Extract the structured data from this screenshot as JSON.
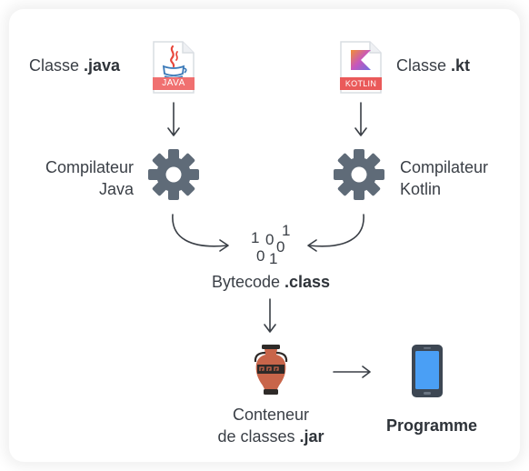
{
  "java_class": {
    "prefix": "Classe ",
    "ext": ".java",
    "file_badge": "JAVA"
  },
  "kotlin_class": {
    "prefix": "Classe ",
    "ext": ".kt",
    "file_badge": "KOTLIN"
  },
  "java_compiler": {
    "line1": "Compilateur",
    "line2": "Java"
  },
  "kotlin_compiler": {
    "line1": "Compilateur",
    "line2": "Kotlin"
  },
  "bytecode": {
    "prefix": "Bytecode ",
    "ext": ".class",
    "bits": [
      "1",
      "0",
      "1",
      "0",
      "1",
      "0"
    ]
  },
  "jar": {
    "line1": "Conteneur",
    "line2_prefix": "de classes ",
    "line2_ext": ".jar"
  },
  "program": {
    "label": "Programme"
  },
  "colors": {
    "gear": "#5f6b78",
    "java_badge": "#f07070",
    "kotlin_badge": "#ea5a5a",
    "amphora": "#c8654a",
    "phone_screen": "#4a9ff5",
    "phone_body": "#3d4753",
    "arrow": "#3a3f46"
  }
}
